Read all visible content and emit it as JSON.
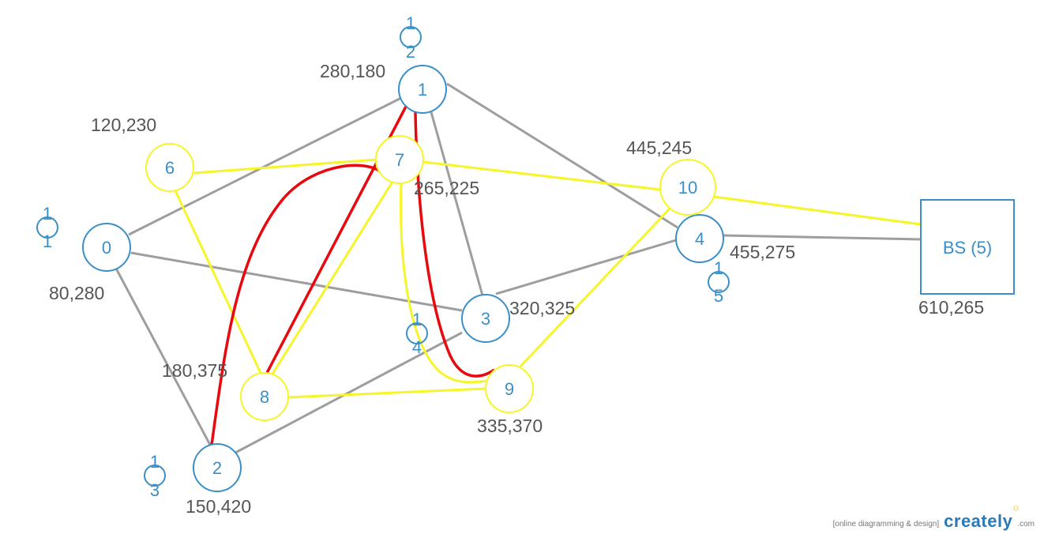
{
  "nodes": [
    {
      "id": "1",
      "label": "1",
      "shape": "circle",
      "stroke": "#3a8fc8"
    },
    {
      "id": "0",
      "label": "0",
      "shape": "circle",
      "stroke": "#3a8fc8"
    },
    {
      "id": "2",
      "label": "2",
      "shape": "circle",
      "stroke": "#3a8fc8"
    },
    {
      "id": "3",
      "label": "3",
      "shape": "circle",
      "stroke": "#3a8fc8"
    },
    {
      "id": "4",
      "label": "4",
      "shape": "circle",
      "stroke": "#3a8fc8"
    },
    {
      "id": "6",
      "label": "6",
      "shape": "circle",
      "stroke": "#f5f52a"
    },
    {
      "id": "7",
      "label": "7",
      "shape": "circle",
      "stroke": "#f5f52a"
    },
    {
      "id": "8",
      "label": "8",
      "shape": "circle",
      "stroke": "#f5f52a"
    },
    {
      "id": "9",
      "label": "9",
      "shape": "circle",
      "stroke": "#f5f52a"
    },
    {
      "id": "10",
      "label": "10",
      "shape": "circle",
      "stroke": "#f5f52a"
    },
    {
      "id": "bs",
      "label": "BS (5)",
      "shape": "rect",
      "stroke": "#3a8fc8"
    }
  ],
  "coordinates": {
    "n1": "280,180",
    "n6": "120,230",
    "n7": "265,225",
    "n10": "445,245",
    "n0": "80,280",
    "n4": "455,275",
    "n3": "320,325",
    "n8": "180,375",
    "n9": "335,370",
    "n2": "150,420",
    "bs": "610,265"
  },
  "small_markers": [
    {
      "id": "m12",
      "line1": "1",
      "line2": "2"
    },
    {
      "id": "m11",
      "line1": "1",
      "line2": "1"
    },
    {
      "id": "m15",
      "line1": "1",
      "line2": "5"
    },
    {
      "id": "m14",
      "line1": "1",
      "line2": "4"
    },
    {
      "id": "m13",
      "line1": "1",
      "line2": "3"
    }
  ],
  "edge_colors": {
    "gray": "#9e9e9e",
    "yellow": "#f5f52a",
    "red": "#e8090f"
  },
  "brand": {
    "tagline": "[online diagramming & design]",
    "name": "creately",
    "suffix": ".com"
  }
}
